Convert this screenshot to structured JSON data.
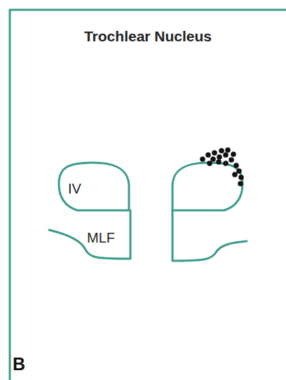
{
  "diagram": {
    "title": "Trochlear Nucleus",
    "nodes": [
      {
        "text": [
          "IV"
        ]
      },
      {
        "text": [
          "MLF"
        ]
      }
    ],
    "labels": [
      "B"
    ]
  }
}
